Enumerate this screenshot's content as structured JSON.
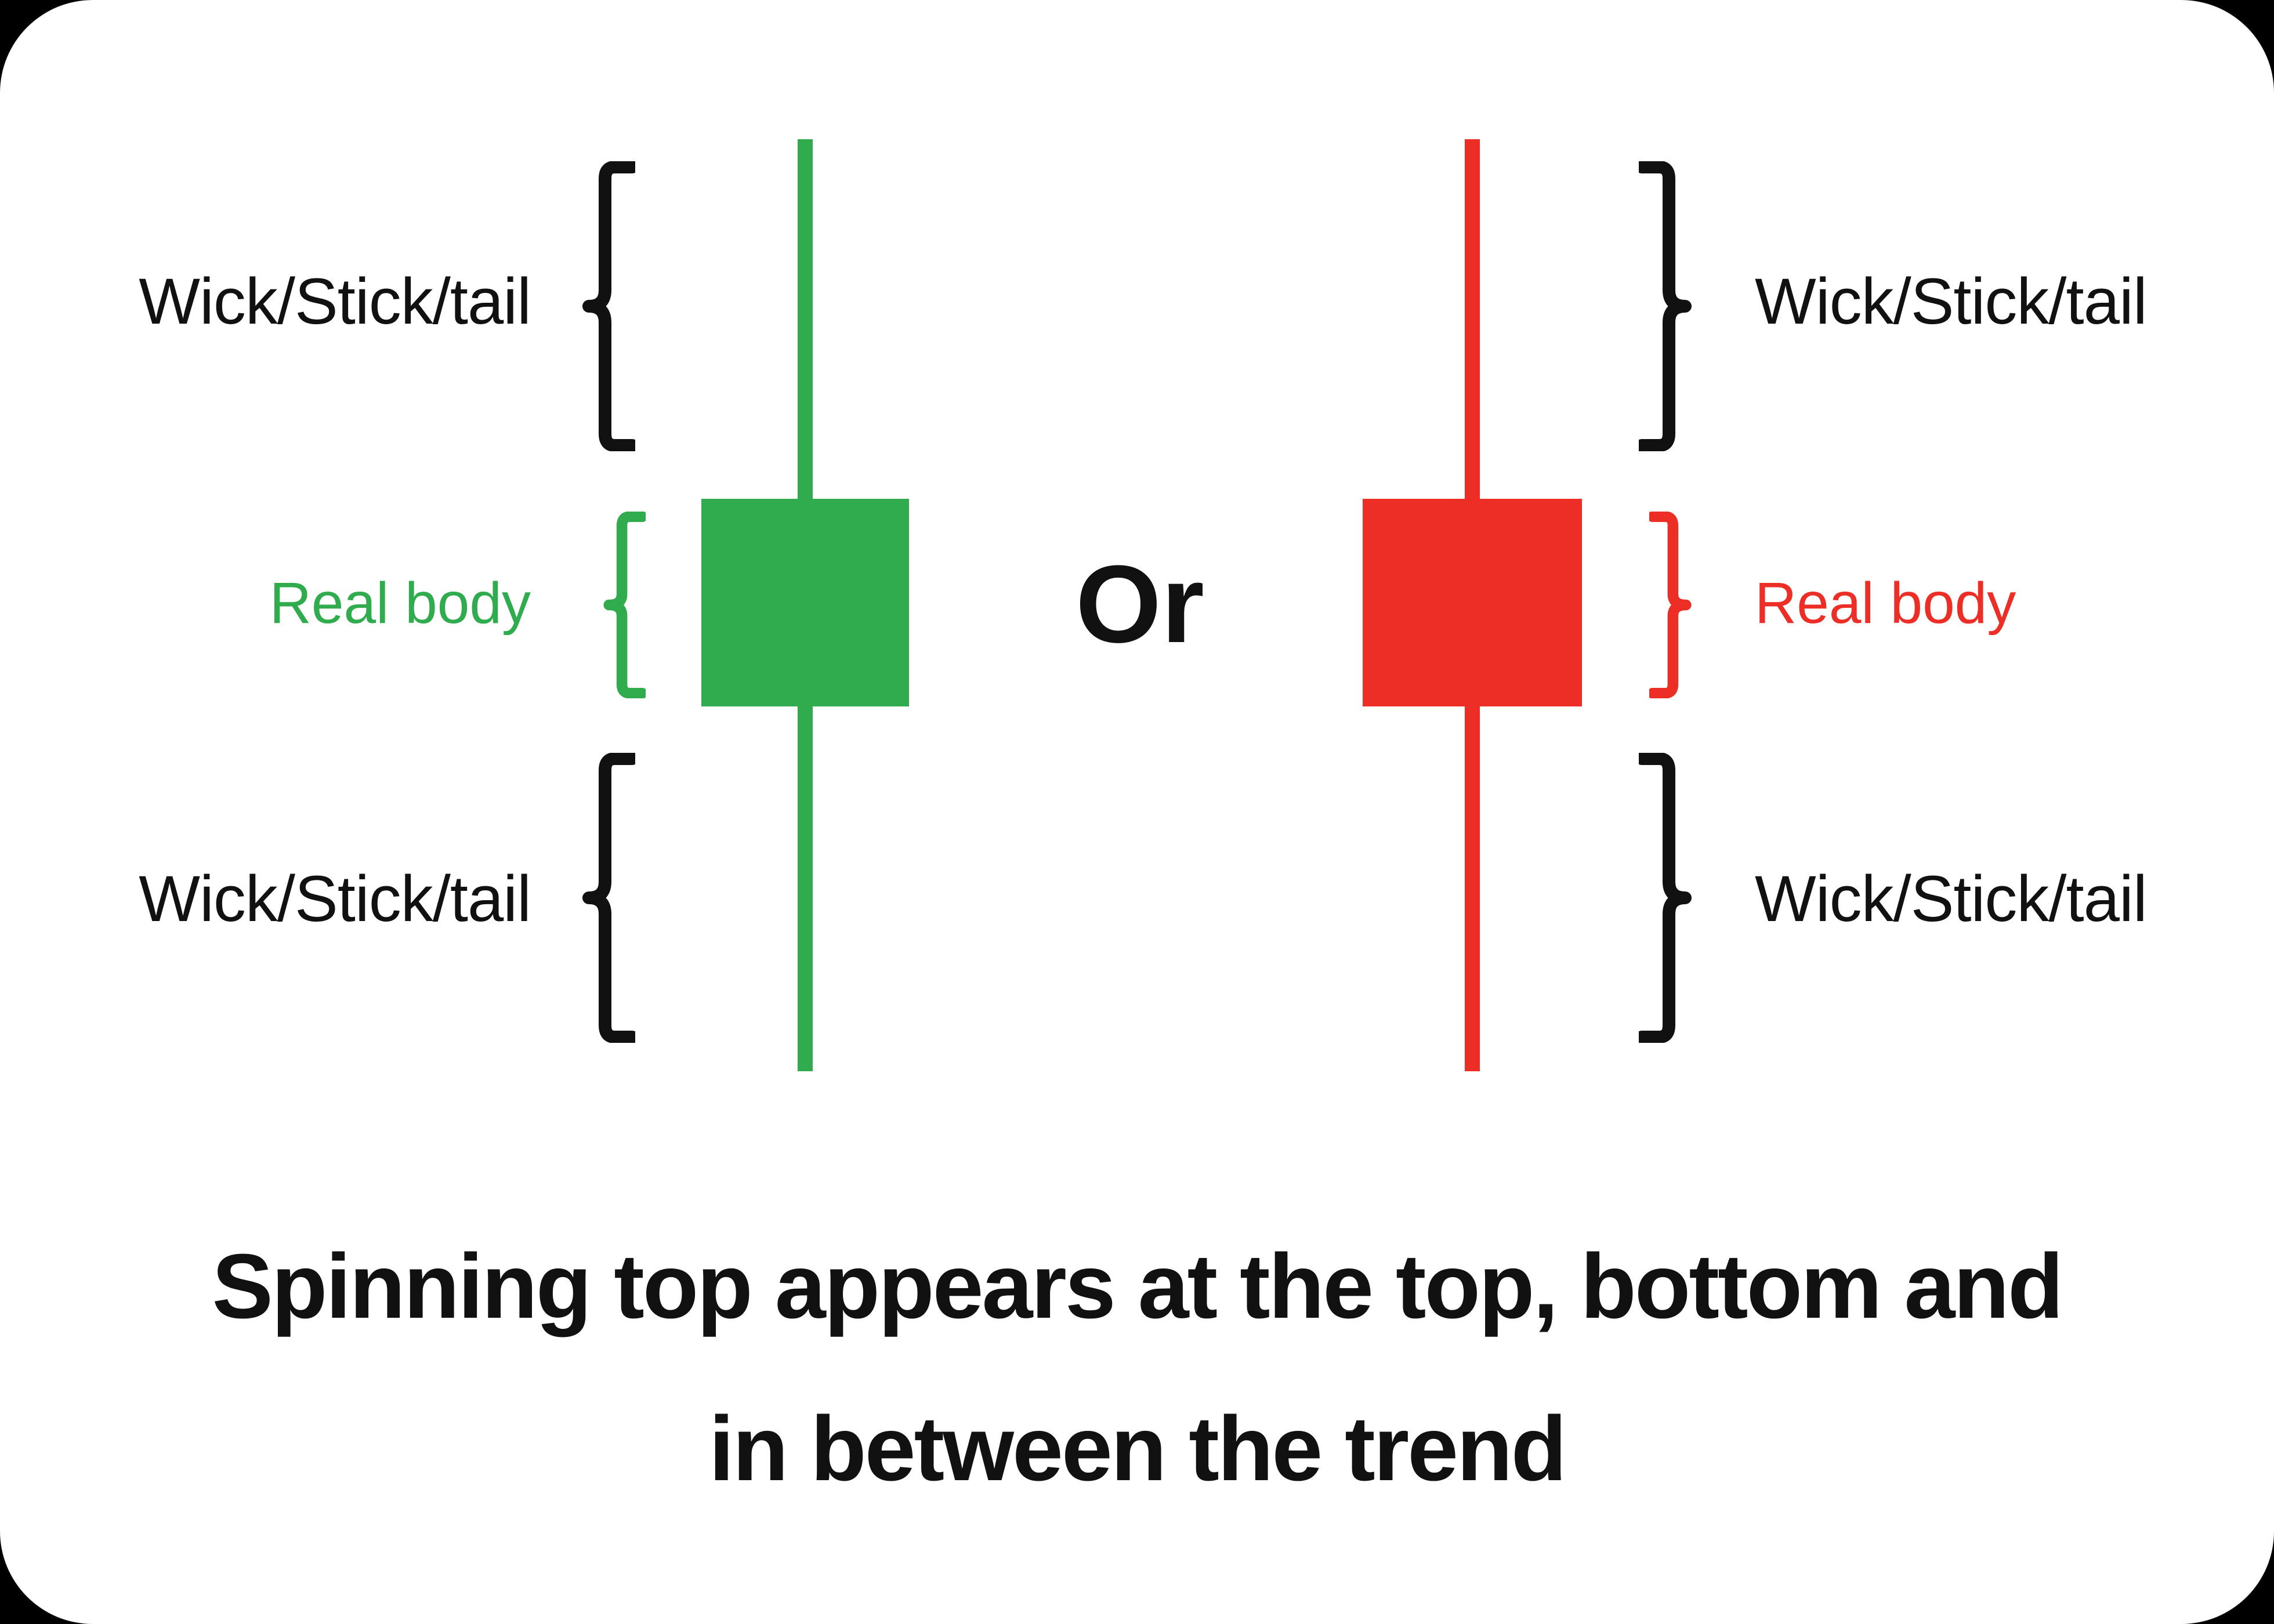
{
  "colors": {
    "background": "#000000",
    "card": "#ffffff",
    "bullish_green": "#30ab4d",
    "bearish_red": "#ed2e27",
    "ink": "#111111"
  },
  "bullish_candle": {
    "direction": "bullish",
    "top_wick_label": "Wick/Stick/tail",
    "real_body_label": "Real body",
    "bottom_wick_label": "Wick/Stick/tail"
  },
  "bearish_candle": {
    "direction": "bearish",
    "top_wick_label": "Wick/Stick/tail",
    "real_body_label": "Real body",
    "bottom_wick_label": "Wick/Stick/tail"
  },
  "separator_label": "Or",
  "caption": {
    "line1": "Spinning top appears at the top, bottom and",
    "line2": "in between the trend"
  }
}
